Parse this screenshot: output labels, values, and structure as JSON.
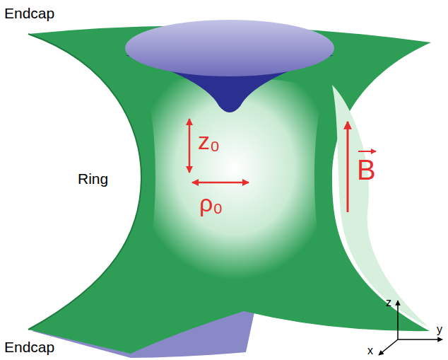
{
  "diagram": {
    "labels": [
      "Endcap",
      "Ring",
      "z₀",
      "ρ₀",
      "B",
      "Endcap",
      "z",
      "y",
      "x"
    ]
  }
}
